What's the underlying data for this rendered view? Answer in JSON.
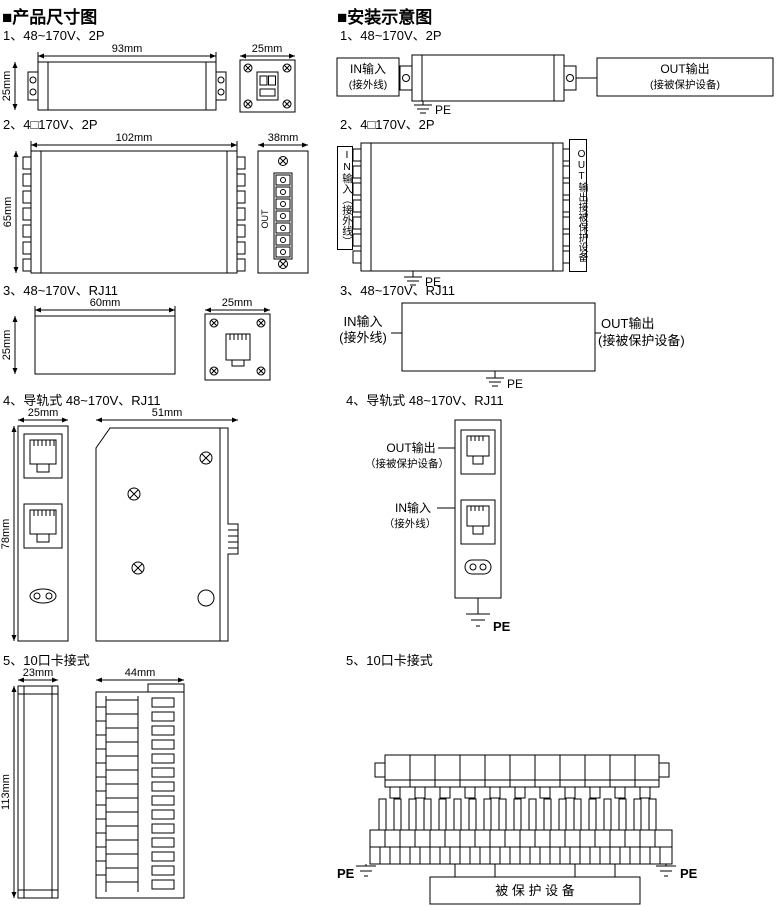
{
  "headers": {
    "products": "■产品尺寸图",
    "install": "■安装示意图"
  },
  "dims": {
    "s1": {
      "title": "1、48~170V、2P",
      "w": "93mm",
      "h": "25mm",
      "end_w": "25mm"
    },
    "s2": {
      "title": "2、4□170V、2P",
      "w": "102mm",
      "h": "65mm",
      "end_w": "38mm",
      "marking": "OUT"
    },
    "s3": {
      "title": "3、48~170V、RJ11",
      "w": "60mm",
      "h": "25mm",
      "end_w": "25mm"
    },
    "s4": {
      "title": "4、导轨式 48~170V、RJ11",
      "front_w": "25mm",
      "side_w": "51mm",
      "h": "78mm"
    },
    "s5": {
      "title": "5、10口卡接式",
      "front_w": "23mm",
      "side_w": "44mm",
      "h": "113mm"
    }
  },
  "install": {
    "s1": {
      "title": "1、48~170V、2P",
      "in1": "IN输入",
      "in2": "(接外线)",
      "out1": "OUT输出",
      "out2": "(接被保护设备)",
      "pe": "PE"
    },
    "s2": {
      "title": "2、4□170V、2P",
      "in": "IN输入（接外线）",
      "out": "OUT输出接被保护设备",
      "pe": "PE"
    },
    "s3": {
      "title": "3、48~170V、RJ11",
      "in1": "IN输入",
      "in2": "(接外线)",
      "out1": "OUT输出",
      "out2": "(接被保护设备)",
      "pe": "PE"
    },
    "s4": {
      "title": "4、导轨式 48~170V、RJ11",
      "out1": "OUT输出",
      "out2": "（接被保护设备）",
      "in1": "IN输入",
      "in2": "（接外线）",
      "pe": "PE"
    },
    "s5": {
      "title": "5、10口卡接式",
      "pe_left": "PE",
      "pe_right": "PE",
      "device": "被 保 护 设 备"
    }
  }
}
